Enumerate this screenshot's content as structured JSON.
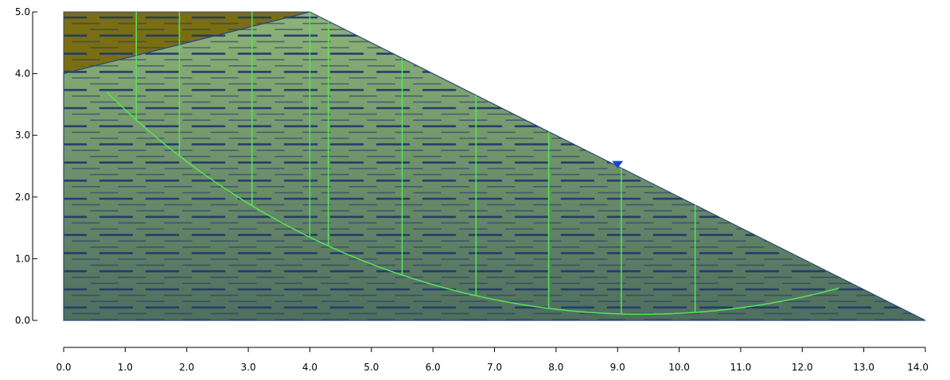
{
  "chart_data": {
    "type": "diagram",
    "title": "",
    "xlabel": "",
    "ylabel": "",
    "xlim": [
      0,
      14
    ],
    "ylim": [
      0,
      5
    ],
    "x_ticks": [
      "0.0",
      "1.0",
      "2.0",
      "3.0",
      "4.0",
      "5.0",
      "6.0",
      "7.0",
      "8.0",
      "9.0",
      "10.0",
      "11.0",
      "12.0",
      "13.0",
      "14.0"
    ],
    "y_ticks": [
      "0.0",
      "1.0",
      "2.0",
      "3.0",
      "4.0",
      "5.0"
    ],
    "slope_profile": [
      [
        0,
        0
      ],
      [
        0,
        4
      ],
      [
        4,
        5
      ],
      [
        14,
        0
      ]
    ],
    "top_layer": [
      [
        0,
        4
      ],
      [
        0,
        5
      ],
      [
        4,
        5
      ]
    ],
    "water_table_marker": {
      "x": 9.0,
      "y": 2.52
    },
    "slip_surface": {
      "center_x": 9.4,
      "center_y": 12.4,
      "radius": 12.3,
      "start_x": 0.7,
      "end_x": 12.6
    },
    "slice_boundaries_x": [
      1.18,
      1.88,
      3.06,
      4.0,
      4.3,
      5.5,
      6.7,
      7.88,
      9.06,
      10.26
    ],
    "colors": {
      "top_layer_fill": "#7a6e12",
      "main_soil_top": "#8fb477",
      "main_soil_bottom": "#4f6e5f",
      "clay_dash": "#1f3b6a",
      "outline": "#2f4a7a",
      "slip_line": "#55e655",
      "water_marker": "#1a44cc"
    }
  }
}
